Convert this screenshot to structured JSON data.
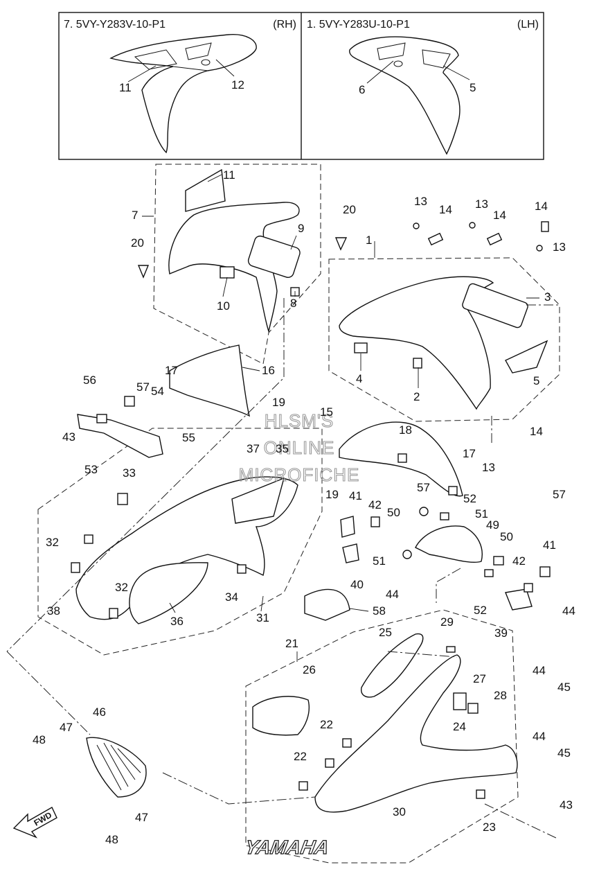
{
  "inset": {
    "rh_part": "7. 5VY-Y283V-10-P1",
    "rh_side": "(RH)",
    "lh_part": "1. 5VY-Y283U-10-P1",
    "lh_side": "(LH)"
  },
  "watermark": [
    "HLSM'S",
    "ONLINE",
    "MICROFICHE"
  ],
  "fwd_label": "FWD",
  "yamaha_text": "YAMAHA",
  "callouts": [
    "11",
    "12",
    "6",
    "5",
    "11",
    "7",
    "20",
    "9",
    "10",
    "8",
    "20",
    "1",
    "13",
    "14",
    "13",
    "14",
    "14",
    "13",
    "3",
    "4",
    "2",
    "5",
    "16",
    "17",
    "56",
    "57",
    "54",
    "19",
    "15",
    "18",
    "43",
    "55",
    "53",
    "37",
    "35",
    "17",
    "13",
    "14",
    "33",
    "19",
    "57",
    "52",
    "41",
    "42",
    "50",
    "51",
    "49",
    "50",
    "32",
    "51",
    "57",
    "40",
    "32",
    "34",
    "38",
    "36",
    "31",
    "58",
    "44",
    "52",
    "41",
    "42",
    "39",
    "44",
    "21",
    "29",
    "25",
    "26",
    "27",
    "28",
    "44",
    "45",
    "24",
    "22",
    "22",
    "46",
    "47",
    "48",
    "45",
    "44",
    "30",
    "23",
    "43",
    "48",
    "47"
  ]
}
